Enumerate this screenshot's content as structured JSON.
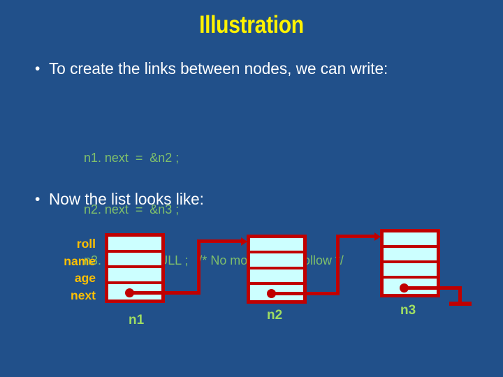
{
  "slide": {
    "title": "Illustration",
    "background_color": "#21508a",
    "title_color": "#fff200"
  },
  "bullets": [
    {
      "marker": "•",
      "text": "To create the links between nodes, we can write:"
    },
    {
      "marker": "•",
      "text": "Now the list looks like:"
    }
  ],
  "code": {
    "color": "#7fbf6b",
    "lines": [
      "n1. next  =  &n2 ;",
      "n2. next  =  &n3 ;",
      "n3. next  =  NULL ;   /* No more nodes follow */"
    ]
  },
  "diagram": {
    "field_labels": [
      "roll",
      "name",
      "age",
      "next"
    ],
    "field_label_color": "#ffc000",
    "node_border_color": "#c00000",
    "node_fill_color": "#ccffff",
    "node_label_color": "#9fdd62",
    "nodes": [
      {
        "name": "n1",
        "label": "n1",
        "next_target": "n2"
      },
      {
        "name": "n2",
        "label": "n2",
        "next_target": "n3"
      },
      {
        "name": "n3",
        "label": "n3",
        "next_target": "NULL"
      }
    ]
  }
}
